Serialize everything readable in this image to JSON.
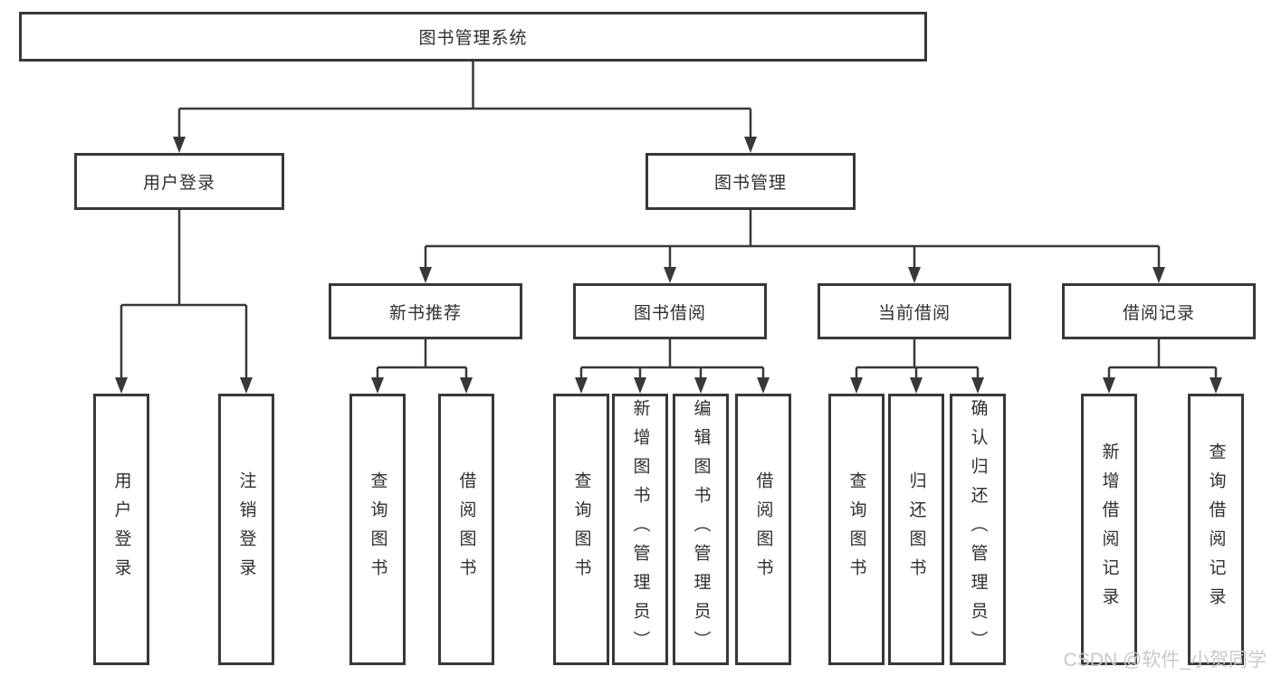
{
  "diagram": {
    "type": "tree",
    "title": "图书管理系统"
  },
  "nodes": {
    "root": {
      "label": "图书管理系统",
      "level": 1
    },
    "user_login": {
      "label": "用户登录",
      "level": 2
    },
    "book_mgmt": {
      "label": "图书管理",
      "level": 2
    },
    "new_book_rec": {
      "label": "新书推荐",
      "level": 3
    },
    "book_borrow": {
      "label": "图书借阅",
      "level": 3
    },
    "current_borrow": {
      "label": "当前借阅",
      "level": 3
    },
    "borrow_record": {
      "label": "借阅记录",
      "level": 3
    },
    "leaf_user_login": {
      "label": "用户登录",
      "level": 4
    },
    "leaf_logout": {
      "label": "注销登录",
      "level": 4
    },
    "leaf_query_book_1": {
      "label": "查询图书",
      "level": 4
    },
    "leaf_borrow_book_1": {
      "label": "借阅图书",
      "level": 4
    },
    "leaf_query_book_2": {
      "label": "查询图书",
      "level": 4
    },
    "leaf_add_book": {
      "label": "新增图书（管理员）",
      "level": 4
    },
    "leaf_edit_book": {
      "label": "编辑图书（管理员）",
      "level": 4
    },
    "leaf_borrow_book_2": {
      "label": "借阅图书",
      "level": 4
    },
    "leaf_query_book_3": {
      "label": "查询图书",
      "level": 4
    },
    "leaf_return_book": {
      "label": "归还图书",
      "level": 4
    },
    "leaf_confirm_return": {
      "label": "确认归还（管理员）",
      "level": 4
    },
    "leaf_add_record": {
      "label": "新增借阅记录",
      "level": 4
    },
    "leaf_query_record": {
      "label": "查询借阅记录",
      "level": 4
    }
  },
  "edges": [
    {
      "from": "root",
      "to": "user_login"
    },
    {
      "from": "root",
      "to": "book_mgmt"
    },
    {
      "from": "user_login",
      "to": "leaf_user_login"
    },
    {
      "from": "user_login",
      "to": "leaf_logout"
    },
    {
      "from": "book_mgmt",
      "to": "new_book_rec"
    },
    {
      "from": "book_mgmt",
      "to": "book_borrow"
    },
    {
      "from": "book_mgmt",
      "to": "current_borrow"
    },
    {
      "from": "book_mgmt",
      "to": "borrow_record"
    },
    {
      "from": "new_book_rec",
      "to": "leaf_query_book_1"
    },
    {
      "from": "new_book_rec",
      "to": "leaf_borrow_book_1"
    },
    {
      "from": "book_borrow",
      "to": "leaf_query_book_2"
    },
    {
      "from": "book_borrow",
      "to": "leaf_add_book"
    },
    {
      "from": "book_borrow",
      "to": "leaf_edit_book"
    },
    {
      "from": "book_borrow",
      "to": "leaf_borrow_book_2"
    },
    {
      "from": "current_borrow",
      "to": "leaf_query_book_3"
    },
    {
      "from": "current_borrow",
      "to": "leaf_return_book"
    },
    {
      "from": "current_borrow",
      "to": "leaf_confirm_return"
    },
    {
      "from": "borrow_record",
      "to": "leaf_add_record"
    },
    {
      "from": "borrow_record",
      "to": "leaf_query_record"
    }
  ],
  "watermark": {
    "text": "CSDN @软件_小贺同学"
  },
  "colors": {
    "line": "#383838",
    "border": "#383838",
    "text": "#2f2f2f",
    "background": "#ffffff",
    "watermark": "#c9c9c9"
  }
}
